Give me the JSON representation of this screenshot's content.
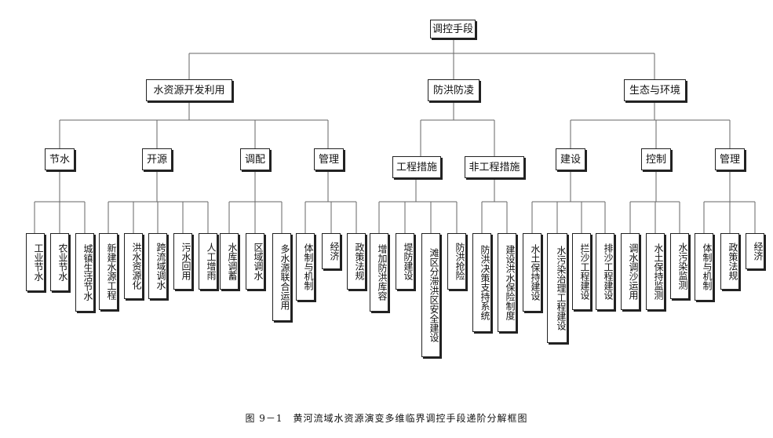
{
  "root": "调控手段",
  "level1": {
    "water": "水资源开发利用",
    "flood": "防洪防凌",
    "eco": "生态与环境"
  },
  "level2": {
    "saving": "节水",
    "develop": "开源",
    "allocate": "调配",
    "manage_water": "管理",
    "engineering": "工程措施",
    "non_engineering": "非工程措施",
    "construction": "建设",
    "control": "控制",
    "manage_eco": "管理"
  },
  "leaves": {
    "l1": "工业节水",
    "l2": "农业节水",
    "l3": "城镇生活节水",
    "l4": "新建水源工程",
    "l5": "洪水资源化",
    "l6": "跨流域调水",
    "l7": "污水回用",
    "l8": "人工增雨",
    "l9": "水库调蓄",
    "l10": "区域调水",
    "l11": "多水源联合运用",
    "l12": "体制与机制",
    "l13": "经济",
    "l14": "政策法规",
    "l15": "增加防洪库容",
    "l16": "堤防建设",
    "l17": "滩区分滞洪区安全建设",
    "l18": "防洪抢险",
    "l19": "防洪决策支持系统",
    "l20": "建设洪水保险制度",
    "l21": "水土保持建设",
    "l22": "水污染治理工程建设",
    "l23": "拦沙工程建设",
    "l24": "排沙工程建设",
    "l25": "调水调沙运用",
    "l26": "水土保持监测",
    "l27": "水污染监测",
    "l28": "体制与机制",
    "l29": "政策法规",
    "l30": "经济"
  },
  "caption": "图 9－1　黄河流域水资源演变多维临界调控手段递阶分解框图"
}
